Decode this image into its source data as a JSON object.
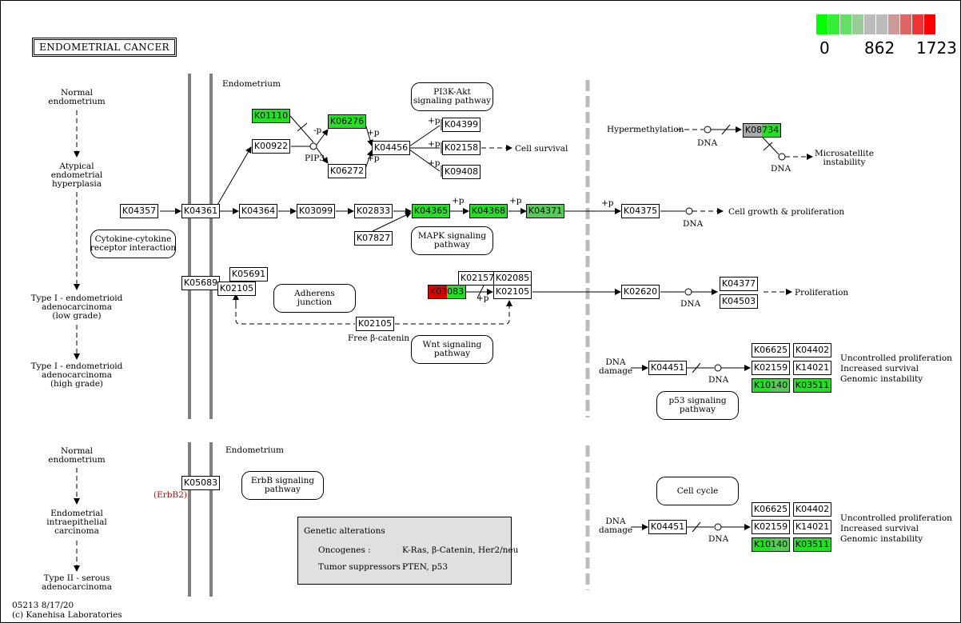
{
  "title": "ENDOMETRIAL CANCER",
  "legend": {
    "min": "0",
    "mid": "862",
    "max": "1723",
    "colors": [
      "#00ff00",
      "#33ee33",
      "#66dd66",
      "#99cc99",
      "#bbbbbb",
      "#bbbbbb",
      "#cc9999",
      "#dd6666",
      "#ee3333",
      "#ff0000"
    ]
  },
  "stages_top": {
    "normal": "Normal\nendometrium",
    "atypical": "Atypical\nendometrial\nhyperplasia",
    "type1_low": "Type I - endometrioid\nadenocarcinoma\n(low grade)",
    "type1_high": "Type I - endometrioid\nadenocarcinoma\n(high grade)"
  },
  "stages_bottom": {
    "normal": "Normal\nendometrium",
    "intraepithelial": "Endometrial\nintraepithelial\ncarcinoma",
    "type2": "Type II - serous\nadenocarcinoma"
  },
  "regions": {
    "endometrium_top": "Endometrium",
    "endometrium_bottom": "Endometrium"
  },
  "pathways": {
    "pi3k": "PI3K-Akt\nsignaling pathway",
    "cytokine": "Cytokine-cytokine\nreceptor interaction",
    "mapk": "MAPK signaling\npathway",
    "adherens": "Adherens\njunction",
    "wnt": "Wnt signaling\npathway",
    "p53": "p53 signaling\npathway",
    "erbb": "ErbB signaling\npathway",
    "cellcycle": "Cell cycle"
  },
  "nodes": {
    "K01110": "K01110",
    "K06276": "K06276",
    "K00922": "K00922",
    "K06272": "K06272",
    "K04456": "K04456",
    "K04399": "K04399",
    "K02158": "K02158",
    "K09408": "K09408",
    "K04357": "K04357",
    "K04361": "K04361",
    "K04364": "K04364",
    "K03099": "K03099",
    "K02833": "K02833",
    "K04365": "K04365",
    "K04368": "K04368",
    "K04371": "K04371",
    "K04375": "K04375",
    "K07827": "K07827",
    "K05691": "K05691",
    "K05689": "K05689",
    "K02105a": "K02105",
    "K02157": "K02157",
    "K02085": "K02085",
    "K03083": "K03083",
    "K02105b": "K02105",
    "K02105c": "K02105",
    "K02620": "K02620",
    "K04377": "K04377",
    "K04503": "K04503",
    "K08734": "K08734",
    "K04451a": "K04451",
    "K06625a": "K06625",
    "K04402a": "K04402",
    "K02159a": "K02159",
    "K14021a": "K14021",
    "K10140a": "K10140",
    "K03511a": "K03511",
    "K05083": "K05083",
    "K04451b": "K04451",
    "K06625b": "K06625",
    "K04402b": "K04402",
    "K02159b": "K02159",
    "K14021b": "K14021",
    "K10140b": "K10140",
    "K03511b": "K03511"
  },
  "labels": {
    "pip3": "PIP3",
    "cell_survival": "Cell survival",
    "dna1": "DNA",
    "cell_growth": "Cell growth & proliferation",
    "dna2": "DNA",
    "proliferation": "Proliferation",
    "free_bcat": "Free β-catenin",
    "hypermethylation": "Hypermethylation",
    "dna_h": "DNA",
    "dna_h2": "DNA",
    "microsat": "Microsatellite\ninstability",
    "dna_damage1": "DNA\ndamage",
    "dna_3": "DNA",
    "uncontrolled1": "Uncontrolled proliferation",
    "increased1": "Increased survival",
    "genomic1": "Genomic instability",
    "dna_damage2": "DNA\ndamage",
    "dna_4": "DNA",
    "uncontrolled2": "Uncontrolled proliferation",
    "increased2": "Increased survival",
    "genomic2": "Genomic instability",
    "erbb2": "(ErbB2)",
    "minus_p": "-p",
    "plus_p": "+p"
  },
  "genetic": {
    "heading": "Genetic alterations",
    "onc_label": "Oncogenes :",
    "onc_value": "K-Ras, β-Catenin, Her2/neu",
    "ts_label": "Tumor suppressors :",
    "ts_value": "PTEN, p53"
  },
  "footer": {
    "line1": "05213 8/17/20",
    "line2": "(c) Kanehisa Laboratories"
  }
}
